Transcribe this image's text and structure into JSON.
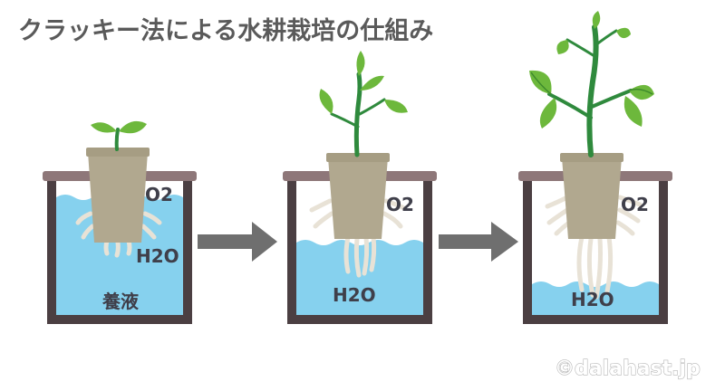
{
  "title": "クラッキー法による水耕栽培の仕組み",
  "stages": [
    {
      "id": "stage-1",
      "o2_label": "O2",
      "h2o_label": "H2O",
      "solution_label": "養液"
    },
    {
      "id": "stage-2",
      "o2_label": "O2",
      "h2o_label": "H2O"
    },
    {
      "id": "stage-3",
      "o2_label": "O2",
      "h2o_label": "H2O"
    }
  ],
  "copyright": "©dalahast.jp",
  "colors": {
    "water": "#86d1ee",
    "container_frame": "#4b3f42",
    "lid": "#8e7779",
    "pot": "#b1a88f",
    "arrow": "#6f6f6f",
    "leaf": "#6db83c",
    "stem": "#2f8a3d"
  }
}
